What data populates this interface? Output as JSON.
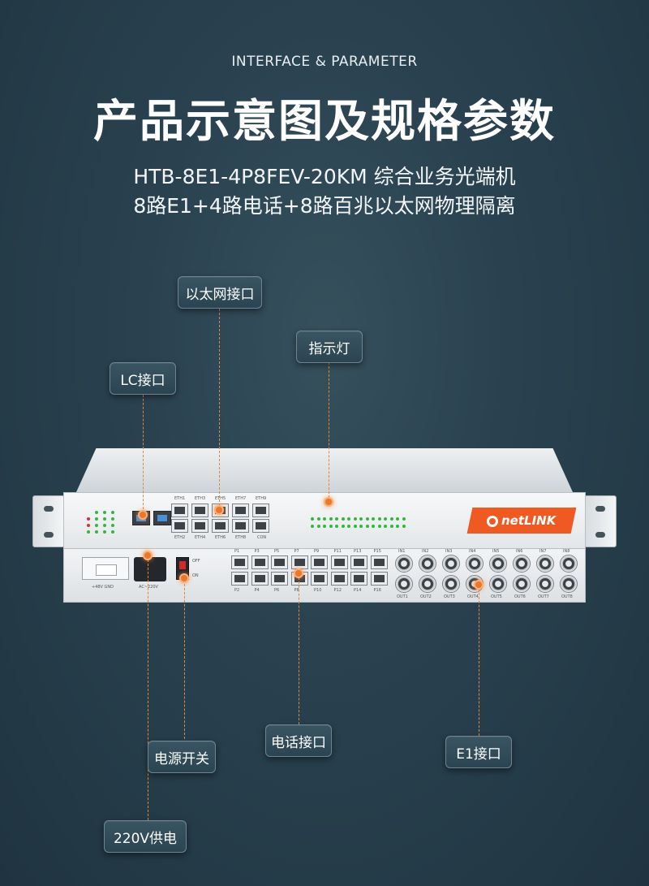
{
  "header": {
    "subtitle_en": "INTERFACE & PARAMETER",
    "title_cn": "产品示意图及规格参数",
    "model_line": "HTB-8E1-4P8FEV-20KM 综合业务光端机",
    "spec_line": "8路E1+4路电话+8路百兆以太网物理隔离"
  },
  "callouts": {
    "ethernet": "以太网接口",
    "indicator": "指示灯",
    "lc": "LC接口",
    "power_switch": "电源开关",
    "phone": "电话接口",
    "e1": "E1接口",
    "power_220v": "220V供电"
  },
  "device": {
    "brand": "netLINK",
    "brand_color": "#ee5a22",
    "upper_labels": {
      "eth1": "ETH1",
      "eth3": "ETH3",
      "eth5": "ETH5",
      "eth7": "ETH7",
      "eth9": "ETH9",
      "eth2": "ETH2",
      "eth4": "ETH4",
      "eth6": "ETH6",
      "eth8": "ETH8",
      "con": "CON"
    },
    "lower_labels": {
      "dc_in": "+48V GND",
      "ac_in": "AC~220V",
      "off": "OFF",
      "on": "ON"
    },
    "phone_ports_top": [
      "P1",
      "P3",
      "P5",
      "P7",
      "P9",
      "P11",
      "P13",
      "P15"
    ],
    "phone_ports_bottom": [
      "P2",
      "P4",
      "P6",
      "P8",
      "P10",
      "P12",
      "P14",
      "P16"
    ],
    "e1_in": [
      "IN1",
      "IN2",
      "IN3",
      "IN4",
      "IN5",
      "IN6",
      "IN7",
      "IN8"
    ],
    "e1_out": [
      "OUT1",
      "OUT2",
      "OUT3",
      "OUT4",
      "OUT5",
      "OUT6",
      "OUT7",
      "OUT8"
    ]
  },
  "colors": {
    "accent_orange": "#e8782c",
    "background": "#2a4250"
  }
}
